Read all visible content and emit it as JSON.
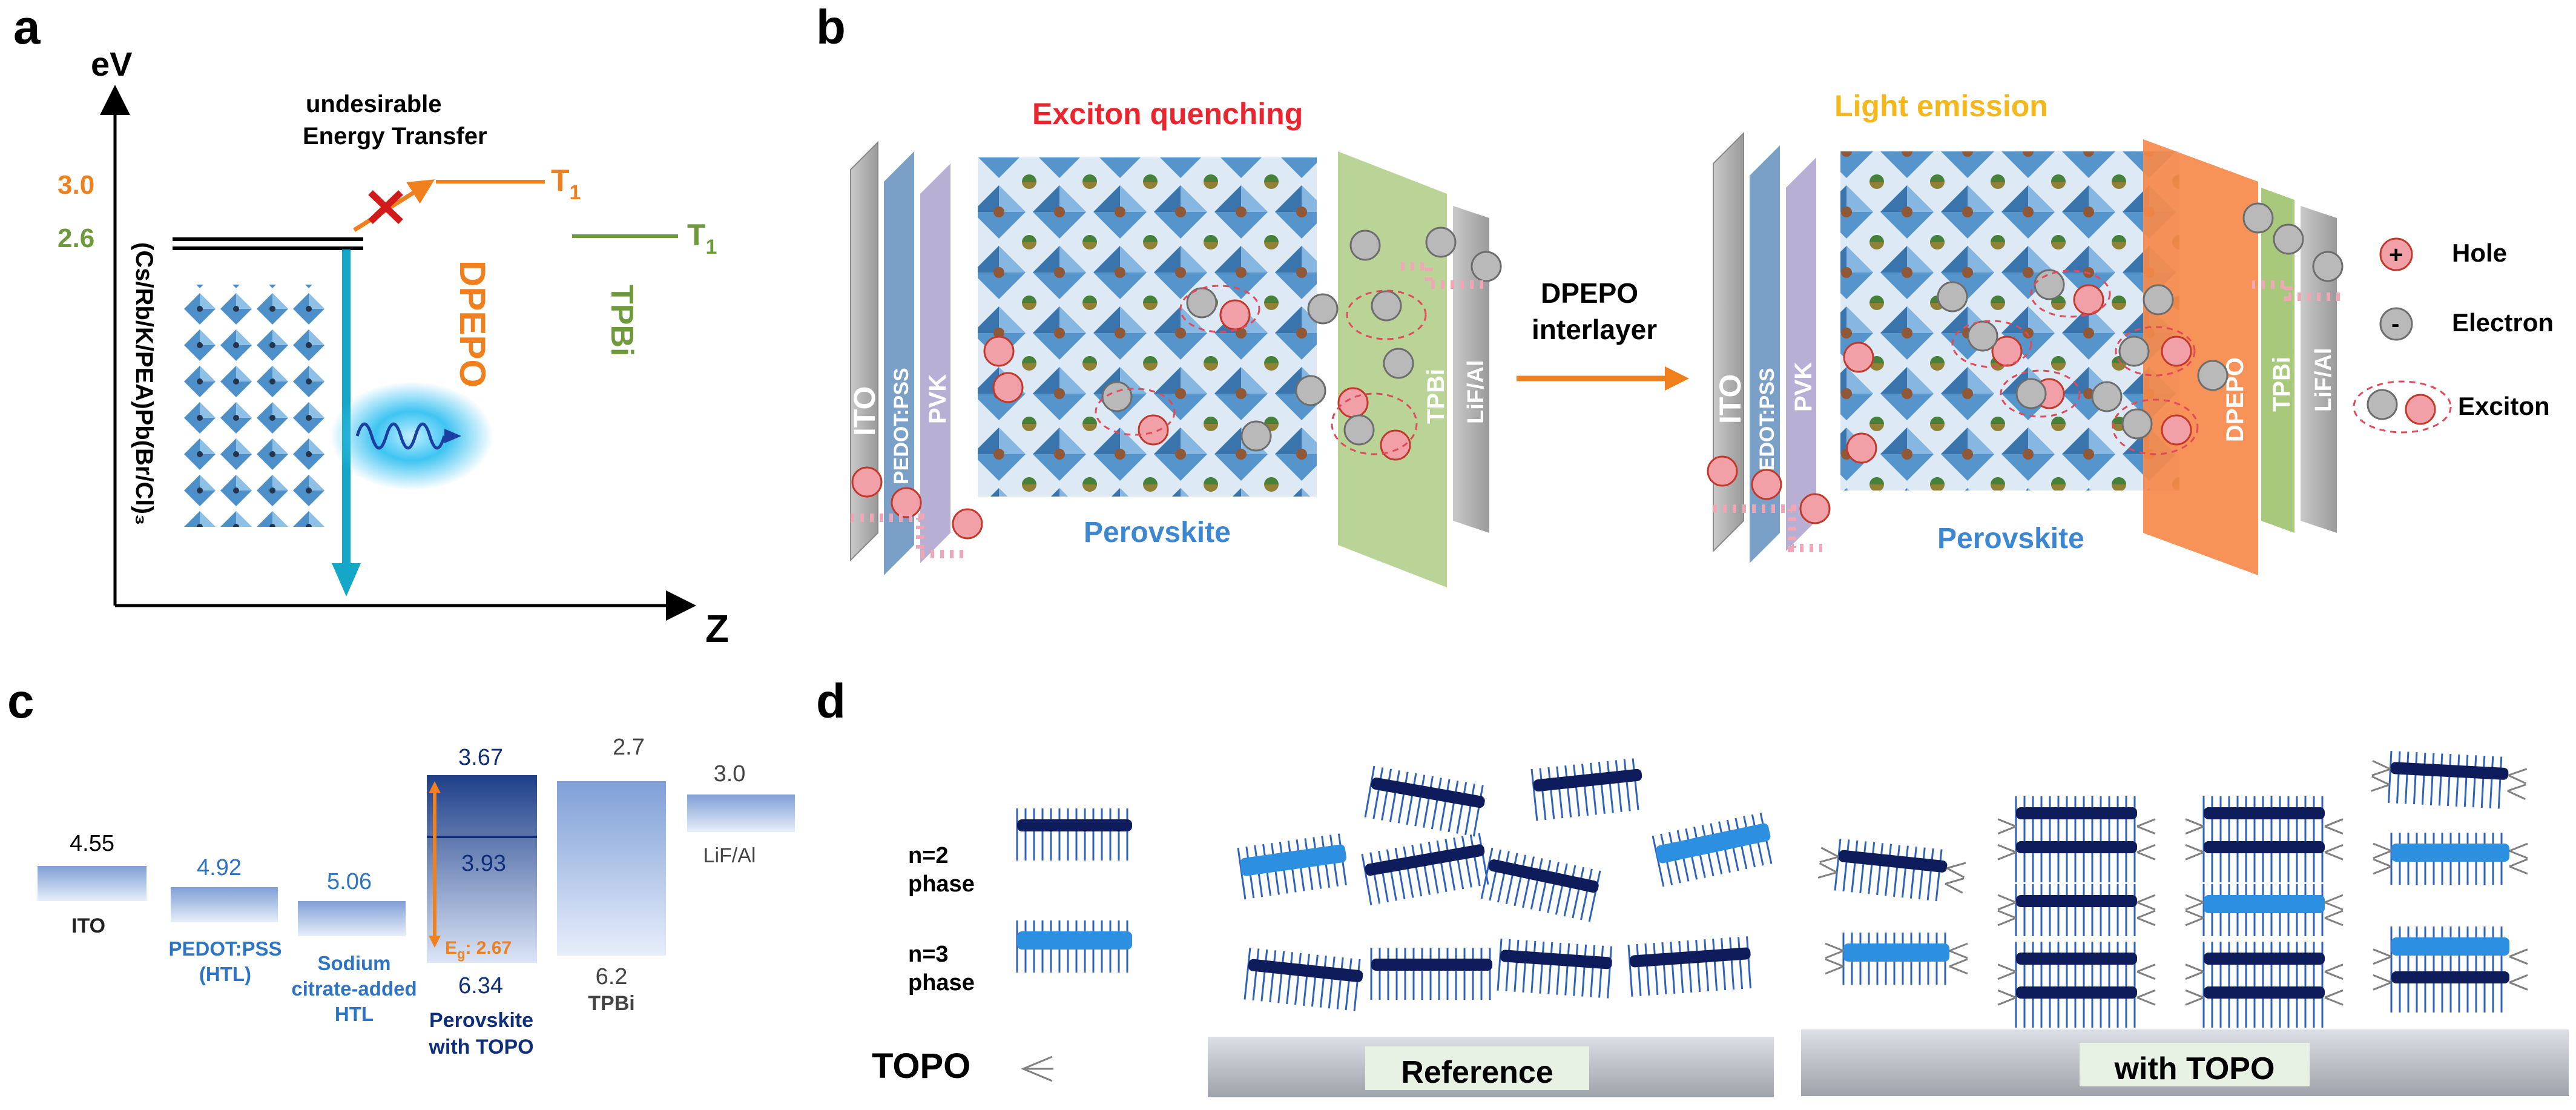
{
  "panel_a": {
    "letter": "a",
    "y_axis": "eV",
    "x_axis": "Z",
    "level_t1_dpepo": "3.0",
    "level_t1_tpbi": "2.6",
    "energy_transfer_line1": "undesirable",
    "energy_transfer_line2": "Energy Transfer",
    "t1": "T",
    "t1_sub": "1",
    "perovskite_formula": "(Cs/Rb/K/PEA)Pb(Br/Cl)₃",
    "dpepo": "DPEPO",
    "tpbi": "TPBi",
    "colors": {
      "dpepo": "#f07f1e",
      "tpbi": "#6e9a3c",
      "emission": "#14a7c8",
      "cross": "#d21a1a"
    }
  },
  "panel_b": {
    "letter": "b",
    "left_title": "Exciton quenching",
    "right_title": "Light emission",
    "perovskite": "Perovskite",
    "interlayer_line1": "DPEPO",
    "interlayer_line2": "interlayer",
    "layers_left": [
      "ITO",
      "PEDOT:PSS",
      "PVK",
      "TPBi",
      "LiF/Al"
    ],
    "layers_right": [
      "ITO",
      "PEDOT:PSS",
      "PVK",
      "DPEPO",
      "TPBi",
      "LiF/Al"
    ],
    "legend": [
      {
        "icon": "hole-icon",
        "label": "Hole",
        "symbol": "+"
      },
      {
        "icon": "electron-icon",
        "label": "Electron",
        "symbol": "-"
      },
      {
        "icon": "exciton-icon",
        "label": "Exciton",
        "symbol": "+-"
      }
    ],
    "colors": {
      "quench_title": "#e8262f",
      "emission_title": "#f4b81c",
      "perovskite": "#3d86d1",
      "dpepo_layer": "#f6894a",
      "tpbi_layer": "#a8c97c"
    }
  },
  "panel_c": {
    "letter": "c",
    "layers": [
      {
        "name": "ITO",
        "bottom": "4.55",
        "color": "#222222"
      },
      {
        "name": "PEDOT:PSS (HTL)",
        "name_lines": [
          "PEDOT:PSS",
          "(HTL)"
        ],
        "bottom": "4.92",
        "color": "#2e74c4"
      },
      {
        "name": "Sodium citrate-added HTL",
        "name_lines": [
          "Sodium",
          "citrate-added",
          "HTL"
        ],
        "bottom": "5.06",
        "color": "#2e74c4"
      },
      {
        "name": "Perovskite with TOPO",
        "name_lines": [
          "Perovskite",
          "with TOPO"
        ],
        "top": "3.67",
        "mid": "3.93",
        "bottom": "6.34",
        "bandgap": "E",
        "bandgap_sub": "g",
        "bandgap_value": ": 2.67",
        "color": "#0f2f7a"
      },
      {
        "name": "TPBi",
        "top": "2.7",
        "bottom": "6.2",
        "color": "#444444"
      },
      {
        "name": "LiF/Al",
        "top": "3.0",
        "color": "#444444"
      }
    ]
  },
  "panel_d": {
    "letter": "d",
    "n2": [
      "n=2",
      "phase"
    ],
    "n3": [
      "n=3",
      "phase"
    ],
    "topo": "TOPO",
    "reference": "Reference",
    "with_topo": "with TOPO",
    "colors": {
      "n2": "#0f1c5c",
      "n3": "#2d8fe0",
      "ligand": "#2f62b8",
      "topo": "#808080"
    }
  }
}
